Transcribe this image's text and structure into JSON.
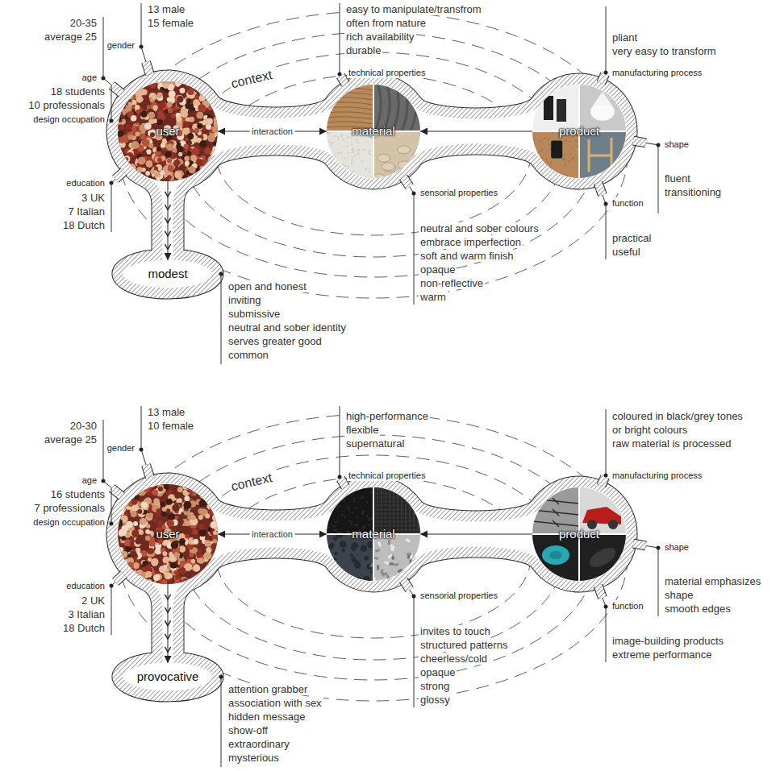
{
  "diagram": {
    "nodes": [
      {
        "text": [
          "user"
        ]
      },
      {
        "text": [
          "material"
        ]
      },
      {
        "text": [
          "product"
        ]
      },
      {
        "text": [
          "modest"
        ]
      },
      {
        "text": [
          "user"
        ]
      },
      {
        "text": [
          "material"
        ]
      },
      {
        "text": [
          "product"
        ]
      },
      {
        "text": [
          "provocative"
        ]
      }
    ],
    "edges": [
      {
        "from": 0,
        "to": 1,
        "label": "interaction",
        "arrow": "both"
      },
      {
        "from": 2,
        "to": 1,
        "arrow": "to"
      },
      {
        "from": 0,
        "to": 3,
        "arrow": "to"
      },
      {
        "from": 4,
        "to": 5,
        "label": "interaction",
        "arrow": "both"
      },
      {
        "from": 6,
        "to": 5,
        "arrow": "to"
      },
      {
        "from": 4,
        "to": 7,
        "arrow": "to"
      }
    ],
    "labels": [
      "13 male",
      "15 female",
      "gender",
      "20-35",
      "average 25",
      "age",
      "18 students",
      "10 professionals",
      "design occupation",
      "education",
      "3 UK",
      "7 Italian",
      "18 Dutch",
      "context",
      "easy to manipulate/transfrom",
      "often from nature",
      "rich availability",
      "durable",
      "technical properties",
      "pliant",
      "very easy to transform",
      "manufacturing process",
      "shape",
      "fluent",
      "transitioning",
      "function",
      "practical",
      "useful",
      "sensorial properties",
      "neutral and sober colours",
      "embrace imperfection",
      "soft and warm finish",
      "opaque",
      "non-reflective",
      "warm",
      "open and honest",
      "inviting",
      "submissive",
      "neutral and sober identity",
      "serves greater good",
      "common",
      "13 male",
      "10 female",
      "gender",
      "20-30",
      "average 25",
      "age",
      "16 students",
      "7 professionals",
      "design occupation",
      "education",
      "2 UK",
      "3 Italian",
      "18 Dutch",
      "context",
      "high-performance",
      "flexible",
      "supernatural",
      "technical properties",
      "coloured in black/grey tones",
      "or bright colours",
      "raw material is processed",
      "manufacturing process",
      "shape",
      "material emphasizes",
      "shape",
      "smooth edges",
      "function",
      "image-building products",
      "extreme performance",
      "sensorial properties",
      "invites to touch",
      "structured patterns",
      "cheerless/cold",
      "opaque",
      "strong",
      "glossy",
      "attention grabber",
      "association with sex",
      "hidden message",
      "show-off",
      "extraordinary",
      "mysterious"
    ]
  }
}
